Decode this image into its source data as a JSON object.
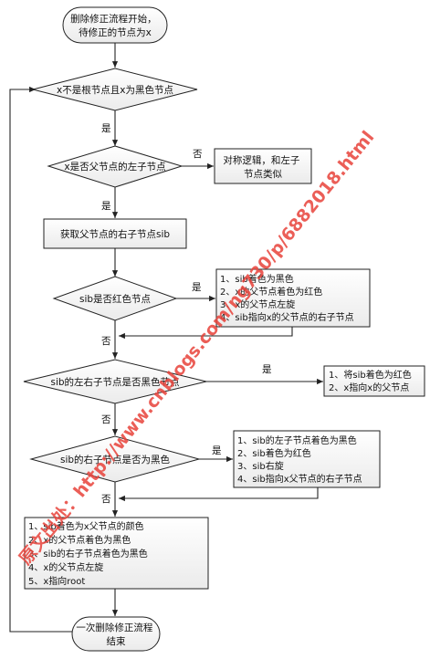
{
  "start": {
    "lines": [
      "删除修正流程开始，",
      "待修正的节点为x"
    ]
  },
  "decisions": {
    "loop_cond": "x不是根节点且x为黑色节点",
    "is_left": "x是否父节点的左子节点",
    "sib_red": "sib是否红色节点",
    "sib_children_black": "sib的左右子节点是否黑色节点",
    "sib_right_black": "sib的右子节点是否为黑色"
  },
  "processes": {
    "mirror": {
      "lines": [
        "对称逻辑，和左子",
        "节点类似"
      ]
    },
    "get_sib": {
      "lines": [
        "获取父节点的右子节点sib"
      ]
    },
    "case1": {
      "lines": [
        "1、sib着色为黑色",
        "2、x的父节点着色为红色",
        "3、x的父节点左旋",
        "4、sib指向x的父节点的右子节点"
      ]
    },
    "case2": {
      "lines": [
        "1、将sib着色为红色",
        "2、x指向x的父节点"
      ]
    },
    "case3": {
      "lines": [
        "1、sib的左子节点着色为黑色",
        "2、sib着色为红色",
        "3、sib右旋",
        "4、sib指向x父节点的右子节点"
      ]
    },
    "case4": {
      "lines": [
        "1、sib着色为x父节点的颜色",
        "2、x的父节点着色为黑色",
        "3、sib的右子节点着色为黑色",
        "4、x的父节点左旋",
        "5、x指向root"
      ]
    }
  },
  "end": {
    "lines": [
      "一次删除修正流程",
      "结束"
    ]
  },
  "edge_labels": {
    "yes": "是",
    "no": "否"
  },
  "watermark": {
    "text": "原文出处：http://www.cnblogs.com/ng730/p/6882018.html",
    "color": "#e8423a"
  }
}
